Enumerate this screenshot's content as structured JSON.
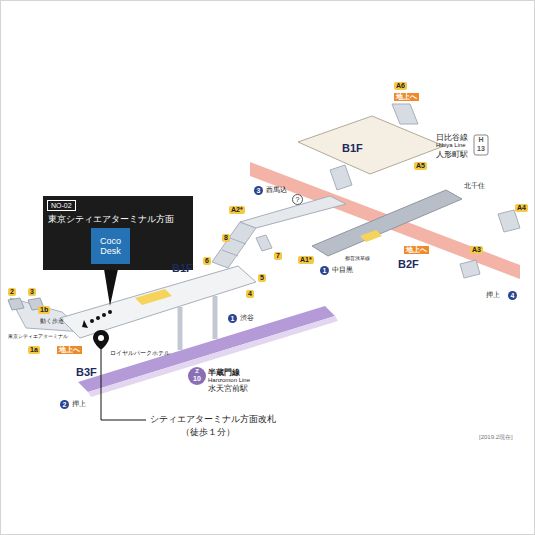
{
  "diagram": {
    "nodes": [
      {
        "text": [
          "NO-02",
          "東京シティエアターミナル方面"
        ]
      },
      {
        "text": [
          "Coco Desk"
        ],
        "in": 0
      }
    ],
    "labels": [
      "B1F",
      "B1F",
      "B2F",
      "B3F",
      "日比谷線",
      "Hibiya Line",
      "人形町駅",
      "H",
      "13",
      "北千住",
      "3",
      "西馬込",
      "1",
      "中目黒",
      "押上",
      "4",
      "1",
      "渋谷",
      "2",
      "押上",
      "Z",
      "10",
      "半蔵門線",
      "Hanzomon Line",
      "水天宮前駅",
      "地上へ",
      "地上へ",
      "地上へ",
      "A6",
      "A5",
      "A4",
      "A3",
      "A2*",
      "A1*",
      "1a",
      "1b",
      "2",
      "3",
      "4",
      "5",
      "6",
      "7",
      "8",
      "動く歩道",
      "東京シティエアターミナル",
      "ロイヤルパークホテル",
      "都営浅草線",
      "?",
      "シティエアターミナル方面改札",
      "（徒歩１分）",
      "[2019.2現在]"
    ]
  }
}
